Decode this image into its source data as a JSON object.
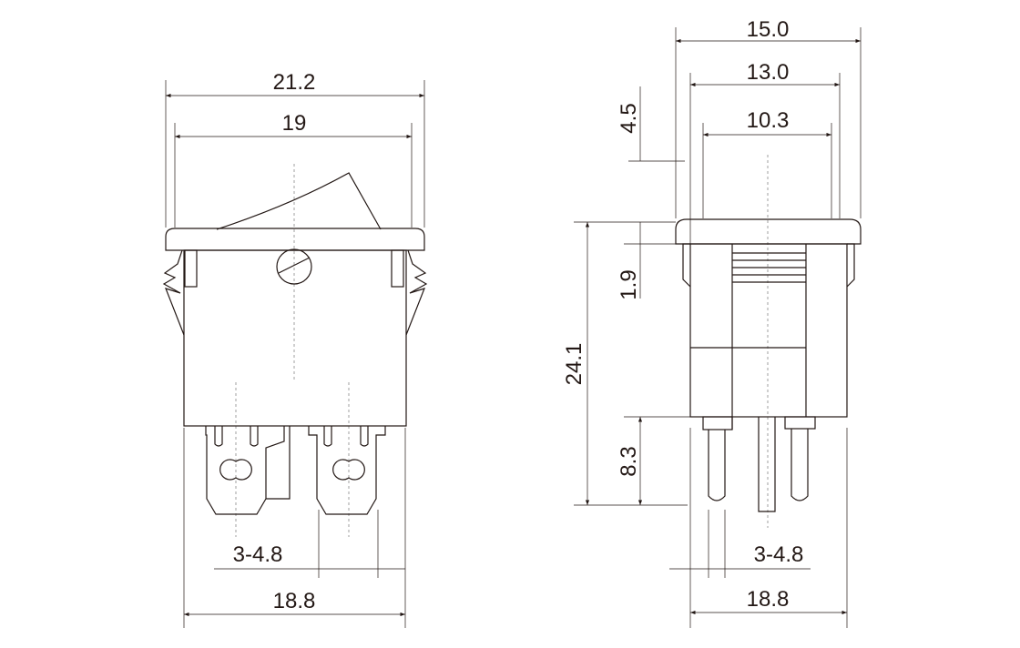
{
  "drawing": {
    "front_view": {
      "overall_width": "21.2",
      "bezel_inner_width": "19",
      "terminal_spacing": "3-4.8",
      "body_width": "18.8"
    },
    "side_view": {
      "bezel_width": "15.0",
      "body_width_top": "13.0",
      "inner_width": "10.3",
      "rocker_height": "4.5",
      "bezel_thickness": "1.9",
      "total_height": "24.1",
      "pin_length": "8.3",
      "pin_spacing": "3-4.8",
      "body_width": "18.8"
    },
    "colors": {
      "line": "#231815",
      "background": "#ffffff"
    }
  }
}
